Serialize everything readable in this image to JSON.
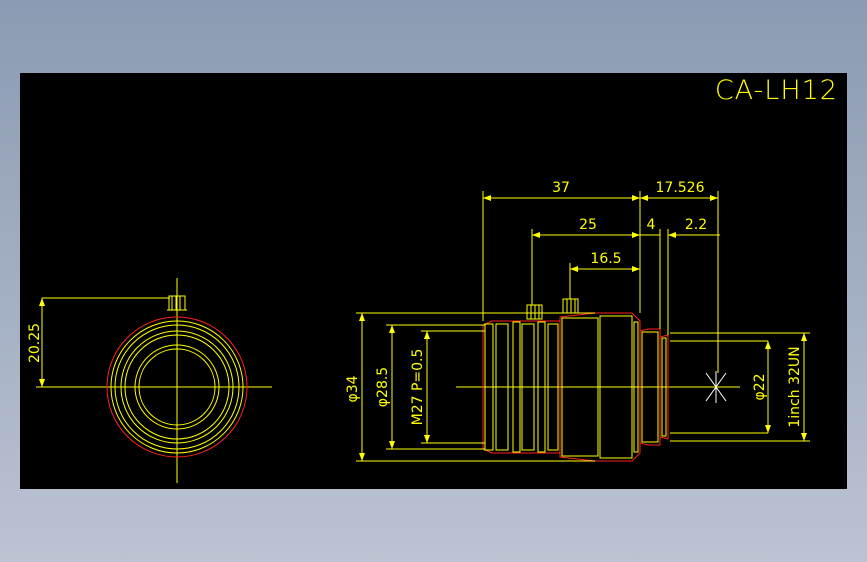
{
  "drawing": {
    "title": "CA-LH12",
    "colors": {
      "background": "#000000",
      "dimension": "#ffff00",
      "outline": "#ff2020",
      "crosshair": "#ffffff",
      "window_frame": "#8c9bb3"
    }
  },
  "dimensions": {
    "length_total": "37",
    "length_25": "25",
    "length_16_5": "16.5",
    "flange_back": "17.526",
    "step_4": "4",
    "step_2_2": "2.2",
    "height_20_25": "20.25",
    "dia_34": "φ34",
    "dia_28_5": "φ28.5",
    "filter_thread": "M27 P=0.5",
    "dia_22": "φ22",
    "mount_thread": "1inch 32UN"
  }
}
